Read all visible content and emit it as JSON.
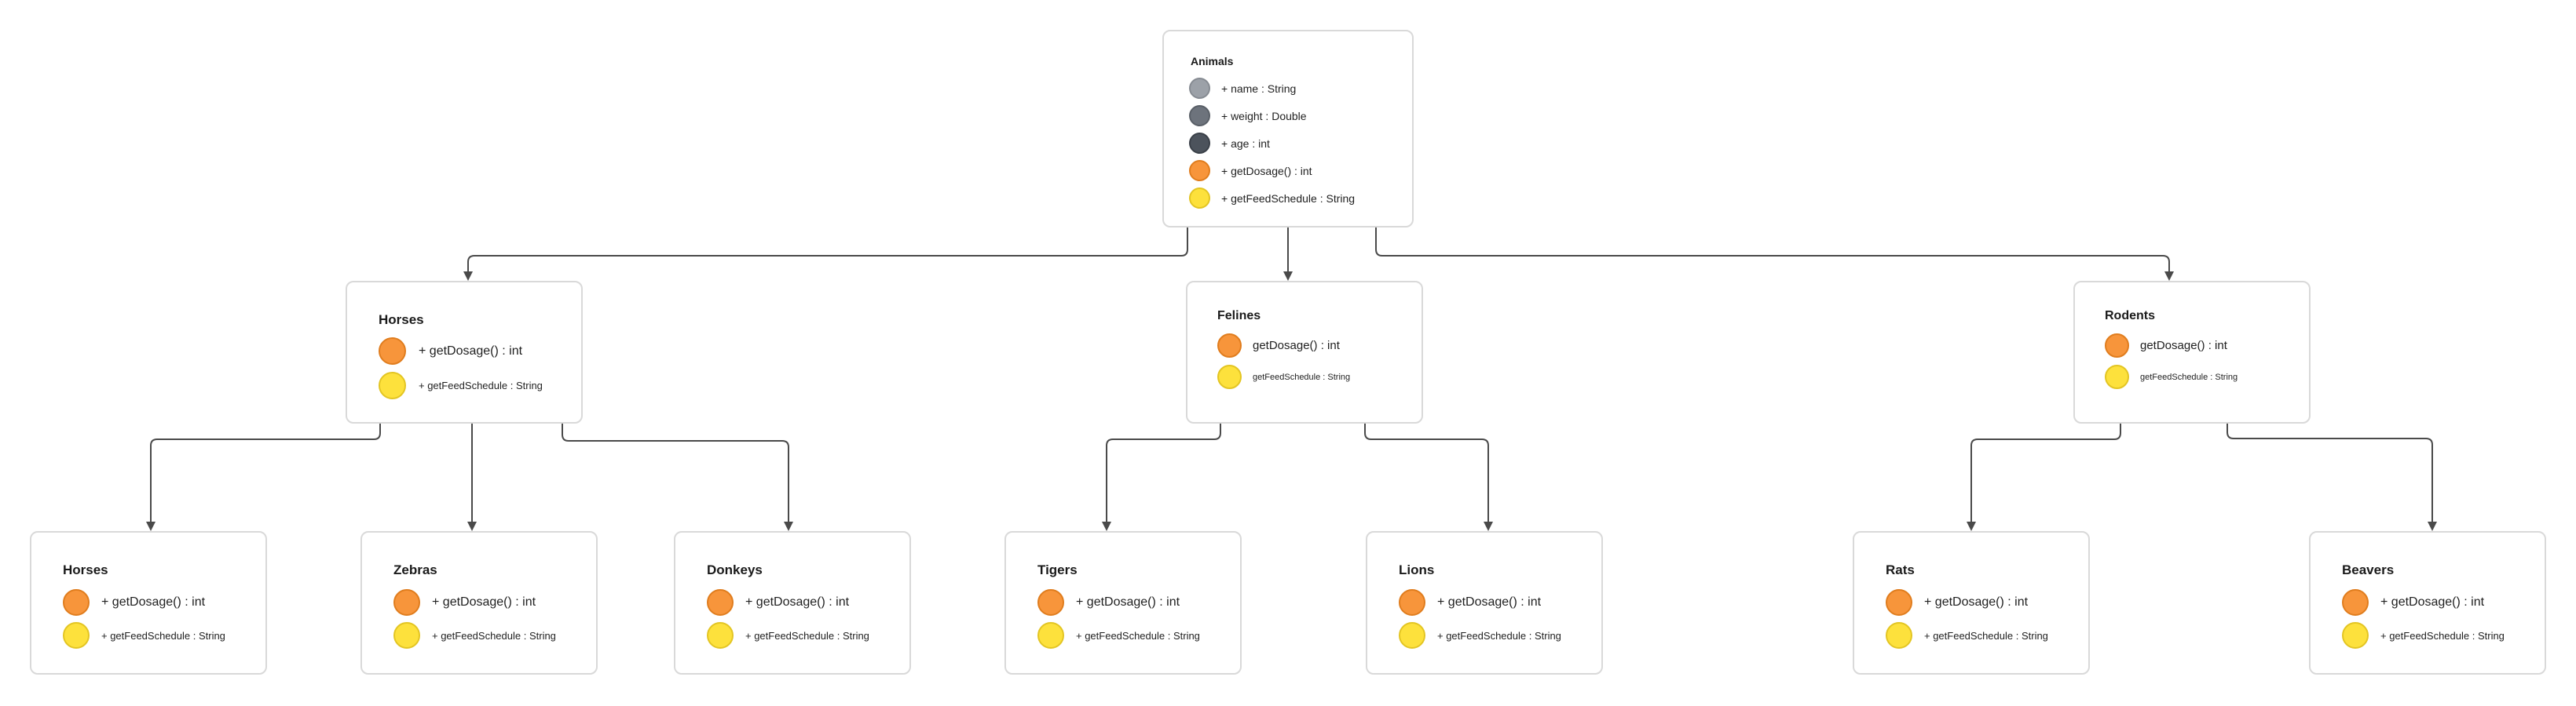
{
  "diagram": {
    "colors": {
      "connector": "#4a4a4a",
      "box_border": "#d9d9d9",
      "orange": "#f7953b",
      "yellow": "#fde13c",
      "gray_light": "#9ca1a8",
      "gray_mid": "#6d737c",
      "gray_dark": "#4c535c"
    },
    "root": {
      "title": "Animals",
      "members": [
        {
          "text": "+ name : String",
          "icon": "gray-light-circle"
        },
        {
          "text": "+ weight : Double",
          "icon": "gray-mid-circle"
        },
        {
          "text": "+ age : int",
          "icon": "gray-dark-circle"
        },
        {
          "text": "+ getDosage() : int",
          "icon": "orange-circle"
        },
        {
          "text": "+ getFeedSchedule : String",
          "icon": "yellow-circle"
        }
      ]
    },
    "level1": [
      {
        "title": "Horses",
        "dosage": "+ getDosage() : int",
        "feed": "+ getFeedSchedule : String"
      },
      {
        "title": "Felines",
        "dosage": "getDosage() : int",
        "feed": "getFeedSchedule : String"
      },
      {
        "title": "Rodents",
        "dosage": "getDosage() : int",
        "feed": "getFeedSchedule : String"
      }
    ],
    "level2": [
      {
        "title": "Horses",
        "dosage": "+ getDosage() : int",
        "feed": "+ getFeedSchedule : String"
      },
      {
        "title": "Zebras",
        "dosage": "+ getDosage() : int",
        "feed": "+ getFeedSchedule : String"
      },
      {
        "title": "Donkeys",
        "dosage": "+ getDosage() : int",
        "feed": "+ getFeedSchedule : String"
      },
      {
        "title": "Tigers",
        "dosage": "+ getDosage() : int",
        "feed": "+ getFeedSchedule : String"
      },
      {
        "title": "Lions",
        "dosage": "+ getDosage() : int",
        "feed": "+ getFeedSchedule : String"
      },
      {
        "title": "Rats",
        "dosage": "+ getDosage() : int",
        "feed": "+ getFeedSchedule : String"
      },
      {
        "title": "Beavers",
        "dosage": "+ getDosage() : int",
        "feed": "+ getFeedSchedule : String"
      }
    ]
  }
}
